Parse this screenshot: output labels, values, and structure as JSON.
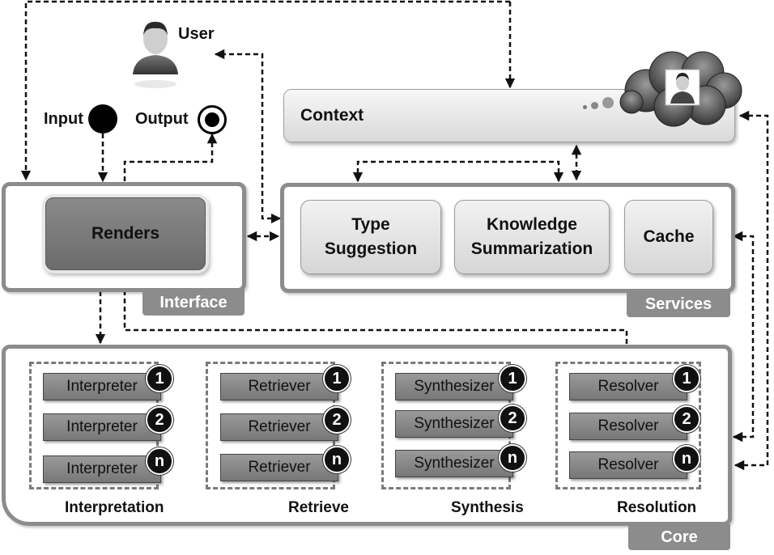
{
  "user_label": "User",
  "input_label": "Input",
  "output_label": "Output",
  "context_label": "Context",
  "interface": {
    "renders": "Renders",
    "tag": "Interface"
  },
  "services": {
    "tag": "Services",
    "items": [
      "Type\nSuggestion",
      "Knowledge\nSummarization",
      "Cache"
    ]
  },
  "core": {
    "tag": "Core",
    "groups": [
      {
        "label": "Interpretation",
        "component": "Interpreter",
        "badges": [
          "1",
          "2",
          "n"
        ]
      },
      {
        "label": "Retrieve",
        "component": "Retriever",
        "badges": [
          "1",
          "2",
          "n"
        ]
      },
      {
        "label": "Synthesis",
        "component": "Synthesizer",
        "badges": [
          "1",
          "2",
          "n"
        ]
      },
      {
        "label": "Resolution",
        "component": "Resolver",
        "badges": [
          "1",
          "2",
          "n"
        ]
      }
    ]
  },
  "colors": {
    "frame": "#8c8c8c",
    "component": "#888888",
    "badge": "#111111"
  },
  "icons": [
    "user-icon",
    "cloud-user-icon",
    "input-node-icon",
    "output-node-icon"
  ]
}
